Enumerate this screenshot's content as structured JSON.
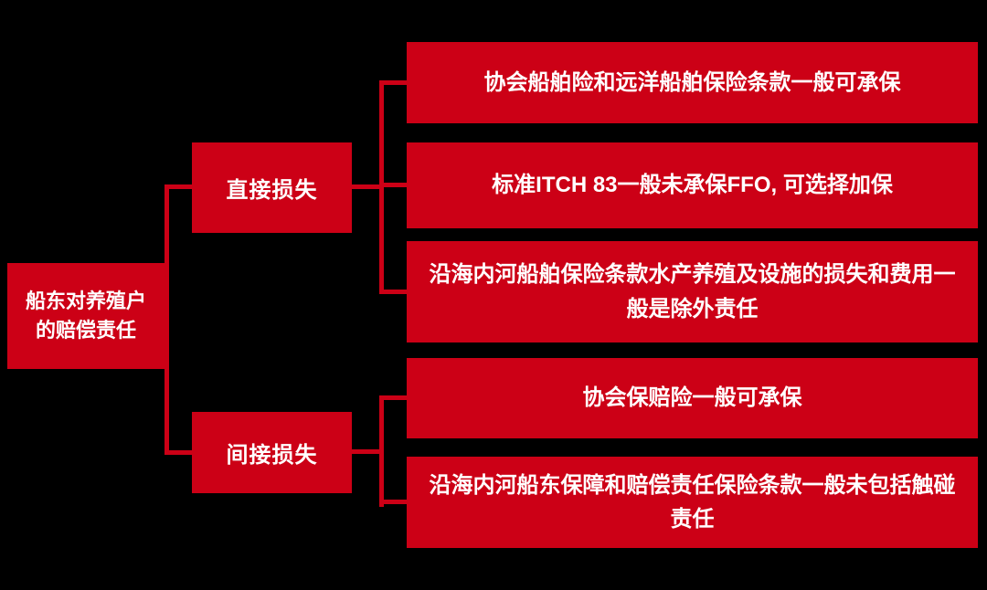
{
  "colors": {
    "background": "#000000",
    "box": "#cc0016",
    "line": "#cc0016",
    "text": "#ffffff"
  },
  "root": {
    "label": "船东对养殖户的赔偿责任"
  },
  "branches": [
    {
      "label": "直接损失",
      "children": [
        "协会船舶险和远洋船舶保险条款一般可承保",
        "标准ITCH 83一般未承保FFO, 可选择加保",
        "沿海内河船舶保险条款水产养殖及设施的损失和费用一般是除外责任"
      ]
    },
    {
      "label": "间接损失",
      "children": [
        "协会保赔险一般可承保",
        "沿海内河船东保障和赔偿责任保险条款一般未包括触碰责任"
      ]
    }
  ]
}
